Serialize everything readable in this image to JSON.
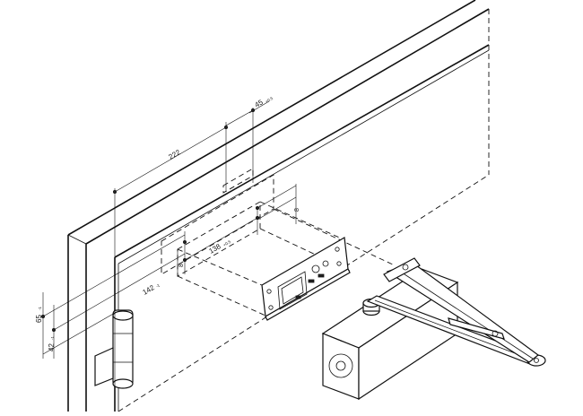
{
  "dimensions": {
    "d222": "222",
    "d45": "45",
    "d45_tol": "+0.5",
    "d138": "138",
    "d138_tol": "+0.5",
    "d142": "142",
    "d142_tol": "-1",
    "d65": "65",
    "d65_tol": "-1",
    "d42": "42",
    "d42_tol": "-1",
    "d8_left": "8",
    "d8_right": "8"
  },
  "colors": {
    "line": "#111111",
    "background": "#ffffff",
    "shade": "#e6e6e6"
  }
}
